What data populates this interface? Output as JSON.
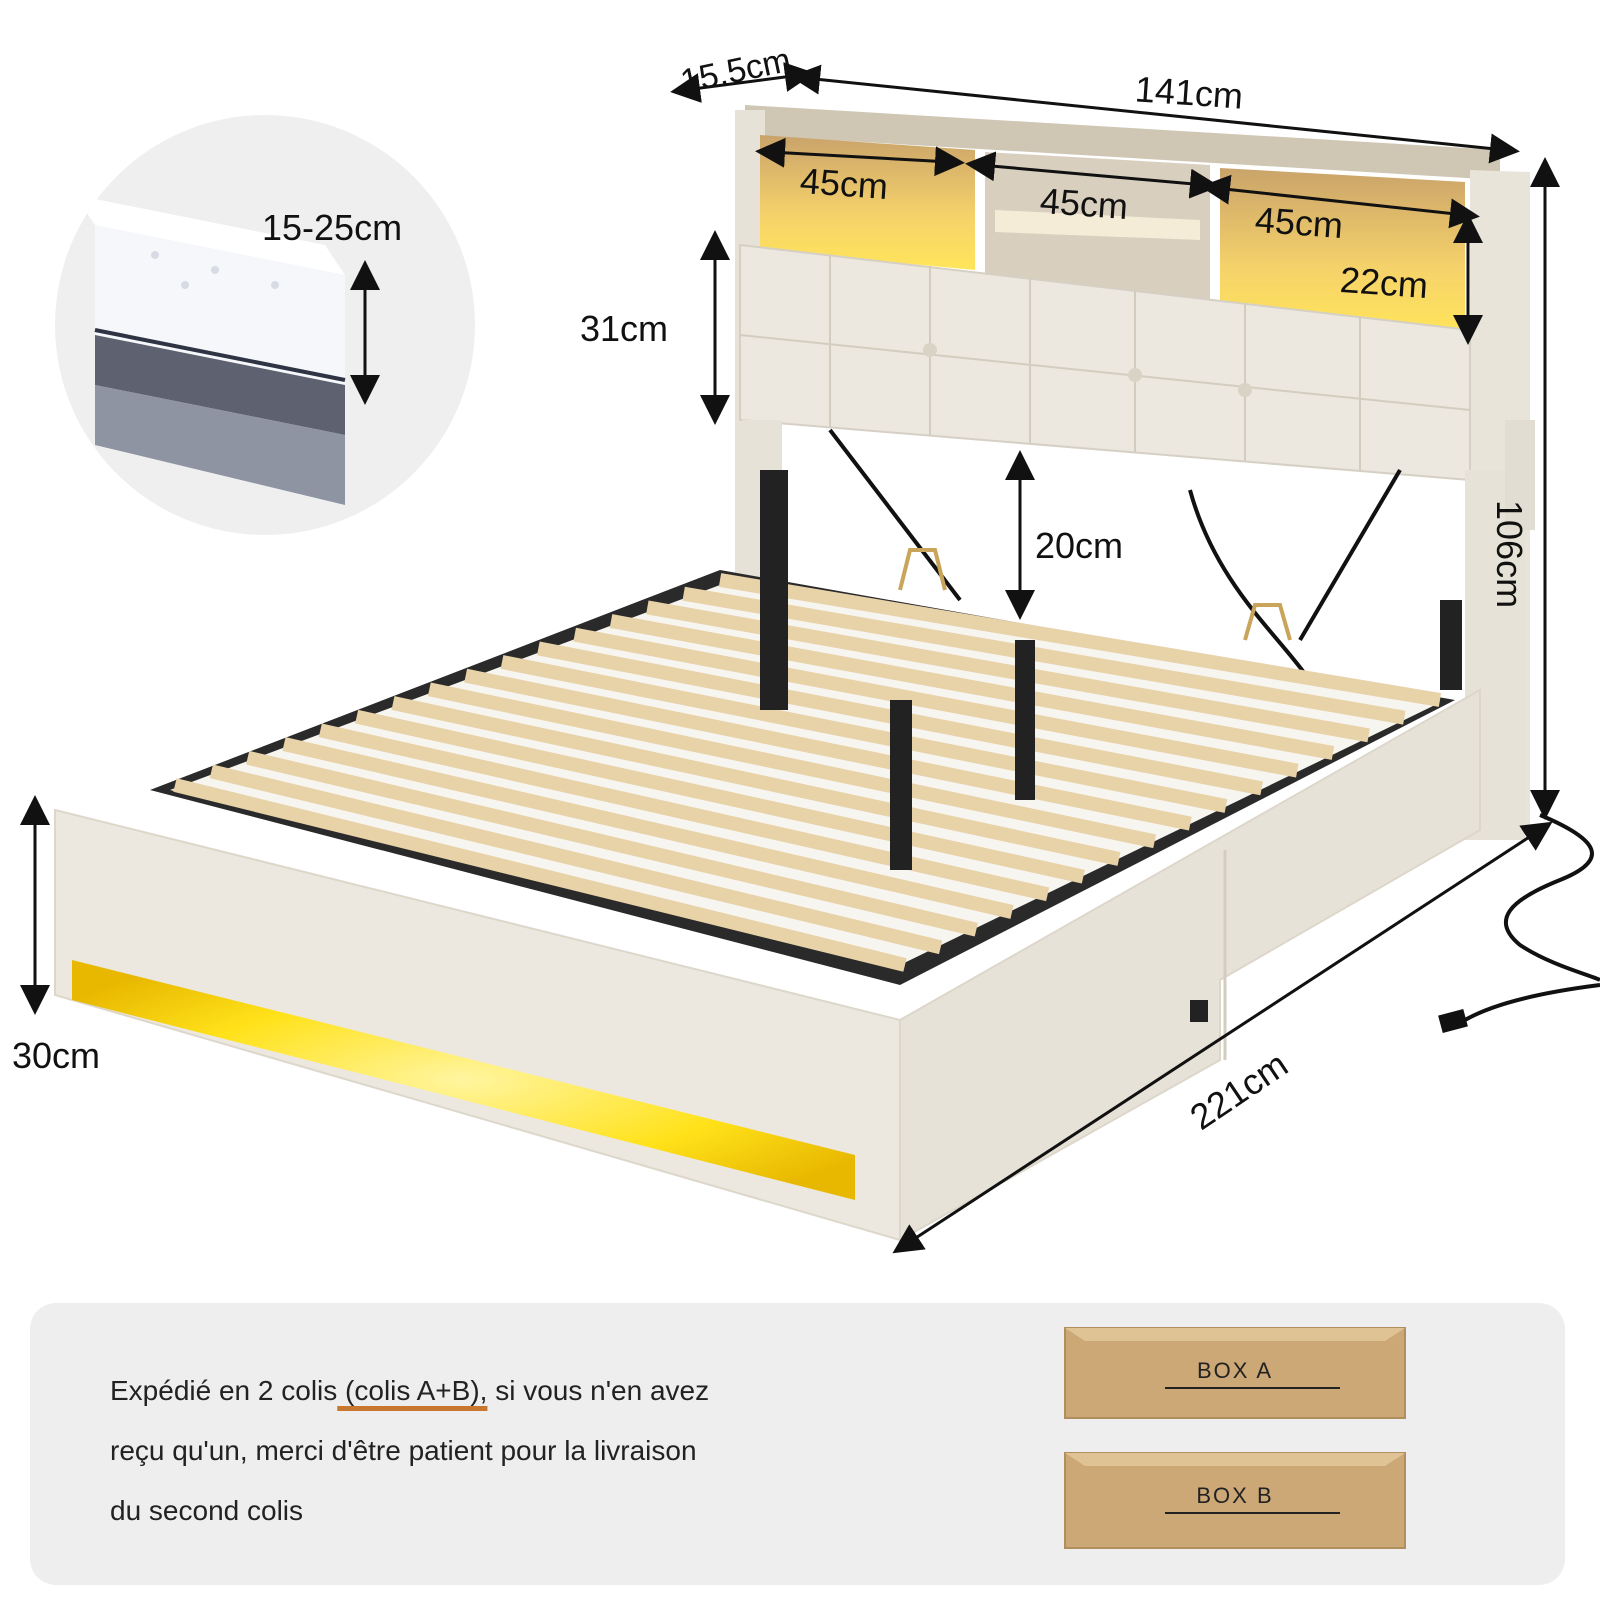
{
  "dimensions": {
    "headboard_depth": "15.5cm",
    "total_width": "141cm",
    "shelf_left_width": "45cm",
    "shelf_mid_width": "45cm",
    "shelf_right_width": "45cm",
    "shelf_height": "22cm",
    "headboard_panel_height": "31cm",
    "under_headboard_gap": "20cm",
    "total_height": "106cm",
    "side_rail_height": "30cm",
    "total_length": "221cm",
    "mattress_thickness": "15-25cm"
  },
  "shipping": {
    "line1_before": "Expédié en 2 colis",
    "line1_highlight": " (colis A+B),",
    "line1_after": " si vous n'en avez",
    "line2": "reçu qu'un, merci d'être patient pour la livraison",
    "line3": "du second colis",
    "box_a": "BOX A",
    "box_b": "BOX B"
  },
  "colors": {
    "fabric": "#ece8df",
    "led": "#ffe21a",
    "wood": "#e8d2a8",
    "metal": "#2a2a2a",
    "cardboard": "#cda877",
    "underline": "#c8772f"
  }
}
